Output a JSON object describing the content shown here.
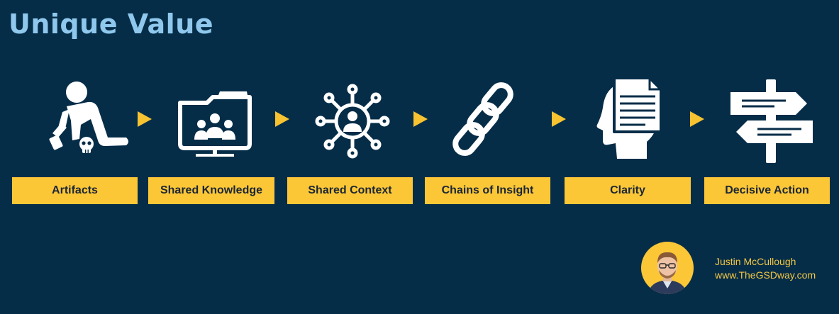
{
  "title": "Unique Value",
  "steps": [
    {
      "label": "Artifacts",
      "icon": "person-digging-skull-icon"
    },
    {
      "label": "Shared Knowledge",
      "icon": "folder-people-icon"
    },
    {
      "label": "Shared Context",
      "icon": "network-person-icon"
    },
    {
      "label": "Chains of Insight",
      "icon": "chain-link-icon"
    },
    {
      "label": "Clarity",
      "icon": "head-document-icon"
    },
    {
      "label": "Decisive Action",
      "icon": "signpost-icon"
    }
  ],
  "author": {
    "name": "Justin McCullough",
    "website": "www.TheGSDway.com"
  },
  "colors": {
    "background": "#062d48",
    "title": "#8fc8ec",
    "accent": "#fbc737",
    "icon": "#ffffff"
  }
}
